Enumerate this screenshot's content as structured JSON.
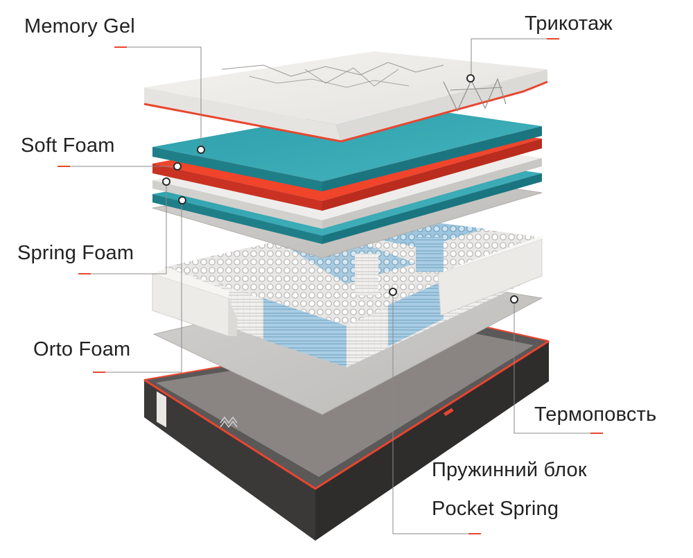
{
  "labels": {
    "memory_gel": "Memory Gel",
    "trikotazh": "Трикотаж",
    "soft_foam": "Soft Foam",
    "spring_foam": "Spring Foam",
    "orto_foam": "Orto Foam",
    "termopovst": "Термоповсть",
    "spring_block": "Пружинний блок",
    "pocket_spring": "Pocket Spring"
  },
  "colors": {
    "accent": "#e8462f",
    "text": "#222222",
    "leader": "#8a8a8a",
    "teal": "#2fa3ae",
    "red_foam": "#f0442b",
    "felt": "#c9c7c5",
    "cover_white": "#efedea",
    "base_dark": "#3b3838",
    "spring_blue": "#a9cde3"
  },
  "icons": {
    "layer_marker": "circle-marker-icon",
    "brand_logo": "regeneration-logo-icon"
  }
}
